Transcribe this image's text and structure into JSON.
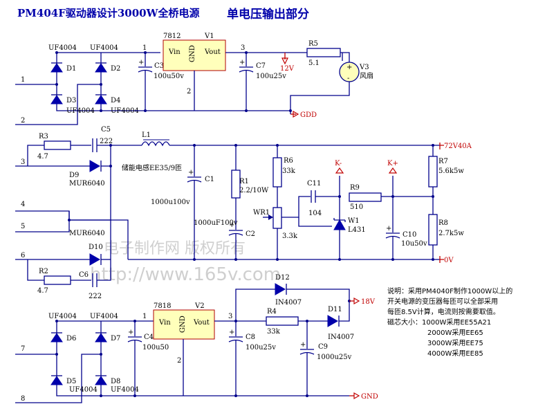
{
  "title": "PM404F驱动器设计3000W全桥电源",
  "subtitle": "单电压输出部分",
  "watermark": {
    "line1": "电子制作网 版权所有",
    "line2": "http://www.165v.com"
  },
  "regulators": {
    "v1": {
      "ref": "V1",
      "part": "7812",
      "pin_in": "Vin",
      "pin_out": "Vout",
      "pin_gnd": "GND",
      "pin1": "1",
      "pin2": "2",
      "pin3": "3"
    },
    "v2": {
      "ref": "V2",
      "part": "7818",
      "pin_in": "Vin",
      "pin_out": "Vout",
      "pin_gnd": "GND",
      "pin1": "1",
      "pin2": "2",
      "pin3": "3"
    }
  },
  "diodes": {
    "d1": "D1",
    "d2": "D2",
    "d3": "D3",
    "d4": "D4",
    "d5": "D5",
    "d6": "D6",
    "d7": "D7",
    "d8": "D8",
    "d9": "D9",
    "d10": "D10",
    "d11": "D11",
    "d12": "D12",
    "uf": "UF4004",
    "mur": "MUR6040",
    "in4007": "IN4007"
  },
  "caps": {
    "c1": "C1",
    "c1v": "1000u100v",
    "c2": "C2",
    "c2v": "1000uF100v",
    "c3": "C3",
    "c3v": "100u50v",
    "c4": "C4",
    "c4v": "100u50",
    "c5": "C5",
    "c5v": "222",
    "c6": "C6",
    "c6v": "222",
    "c7": "C7",
    "c7v": "100u25v",
    "c8": "C8",
    "c8v": "100u25v",
    "c9": "C9",
    "c9v": "1000u25v",
    "c10": "C10",
    "c10v": "10u50v",
    "c11": "C11",
    "c11v": "104"
  },
  "resistors": {
    "r1": "R1",
    "r1v": "2.2/10W",
    "r2": "R2",
    "r2v": "4.7",
    "r3": "R3",
    "r3v": "4.7",
    "r4": "R4",
    "r4v": "33k",
    "r5": "R5",
    "r5v": "5.1",
    "r6": "R6",
    "r6v": "33k",
    "r7": "R7",
    "r7v": "5.6k5w",
    "r8": "R8",
    "r8v": "2.7k5w",
    "r9": "R9",
    "r9v": "510",
    "wr1": "WR1",
    "wr1v": "3.3k"
  },
  "inductor": {
    "ref": "L1",
    "desc": "储能电感EE35/9匝"
  },
  "fan": {
    "ref": "V3",
    "desc": "风扇"
  },
  "tl431": {
    "ref": "W1",
    "part": "L431"
  },
  "nets": {
    "v12": "12V",
    "gdd": "GDD",
    "v72": "72V40A",
    "v0": "0V",
    "v18": "18V",
    "gnd": "GND",
    "kminus": "K-",
    "kplus": "K+"
  },
  "pins": {
    "p1": "1",
    "p2": "2",
    "p3": "3",
    "p4": "4",
    "p5": "5",
    "p6": "6",
    "p7": "7",
    "p8": "8"
  },
  "polarity": {
    "plus": "+",
    "minus": "-"
  },
  "note": {
    "line1": "说明：采用PM4040F制作1000W以上的",
    "line2": "开关电源的变压器每匝可以全部采用",
    "line3": "每匝8.5V计算，电流则按需要取值。",
    "line4": "磁芯大小：1000W采用EE55A21",
    "line5": "2000W采用EE65",
    "line6": "3000W采用EE75",
    "line7": "4000W采用EE85"
  },
  "colors": {
    "wire": "#00008b",
    "label_red": "#c00000",
    "title": "#0000aa",
    "regulator_fill": "#ffffbb"
  }
}
